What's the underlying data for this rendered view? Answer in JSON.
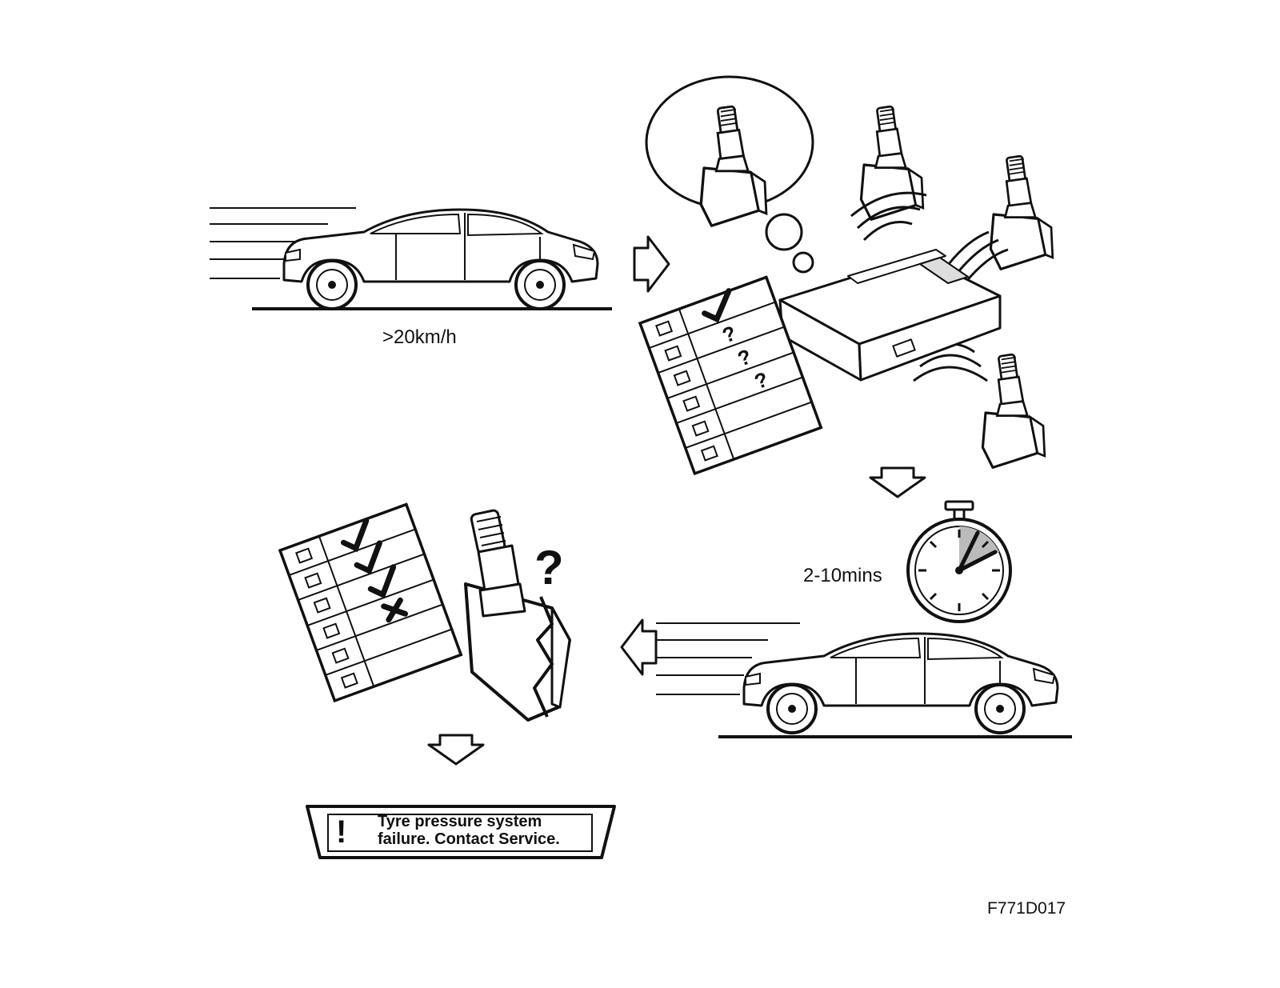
{
  "labels": {
    "speed": ">20km/h",
    "duration": "2-10mins",
    "figure_code": "F771D017"
  },
  "warning_message": {
    "icon": "!",
    "line1": "Tyre pressure system",
    "line2": "failure. Contact Service."
  },
  "checklist_top": {
    "marks": [
      "check",
      "?",
      "?",
      "?",
      "",
      ""
    ]
  },
  "checklist_bottom": {
    "marks": [
      "check",
      "check",
      "check",
      "x",
      "",
      ""
    ]
  },
  "icons": [
    "car-moving-icon",
    "tpms-sensor-icon",
    "control-unit-icon",
    "stopwatch-icon",
    "broken-sensor-icon",
    "flow-arrow-icon",
    "warning-icon"
  ]
}
